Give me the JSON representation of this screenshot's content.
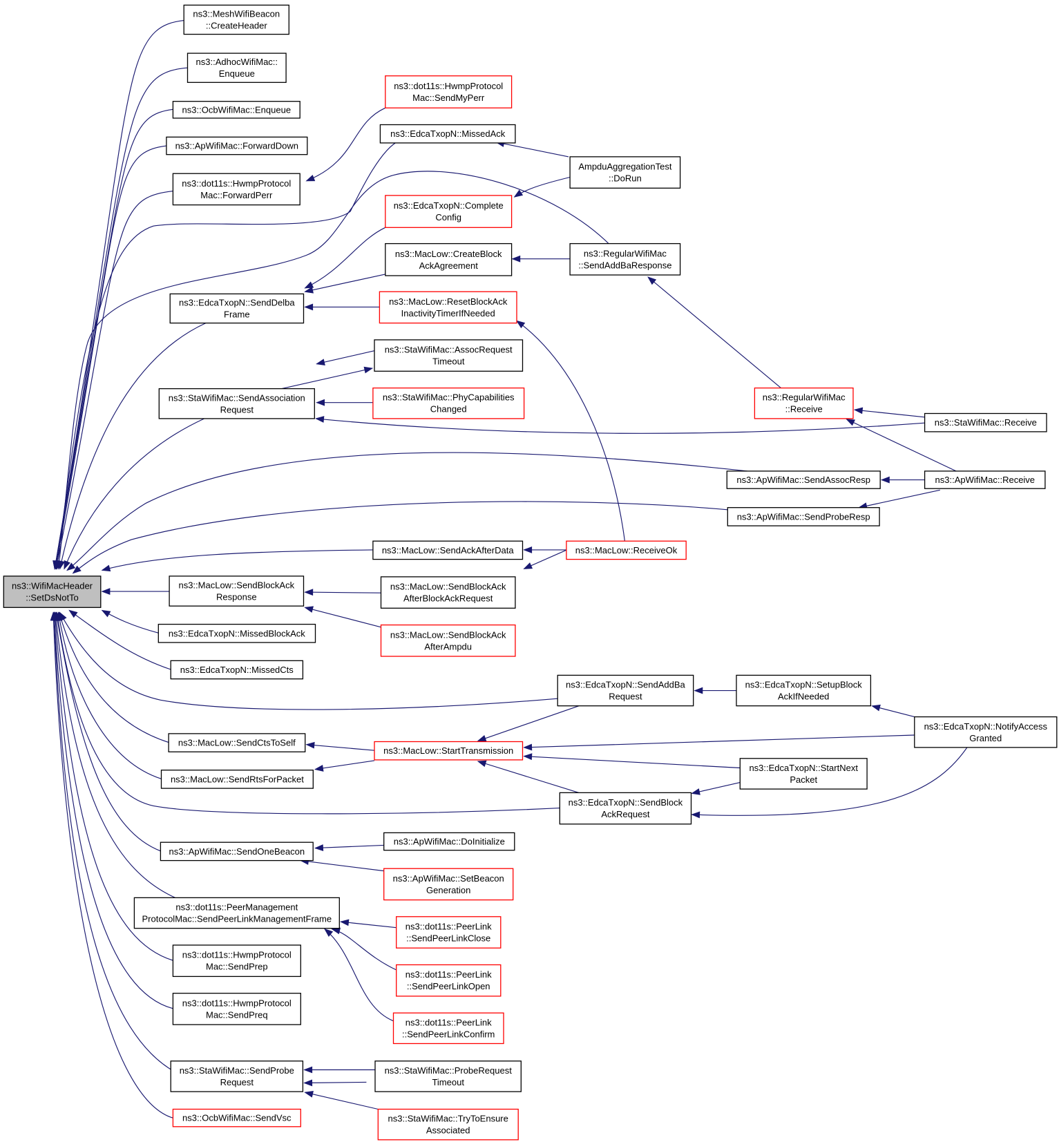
{
  "title": "",
  "colors": {
    "edge": "#191970",
    "node_border": "#000000",
    "node_border_truncated": "#ff0000",
    "root_fill": "#bfbfbf"
  },
  "nodes": [
    {
      "id": "root",
      "lines": [
        "ns3::WifiMacHeader",
        "::SetDsNotTo"
      ],
      "style": "root"
    },
    {
      "id": "n1",
      "lines": [
        "ns3::MeshWifiBeacon",
        "::CreateHeader"
      ],
      "style": "black"
    },
    {
      "id": "n2",
      "lines": [
        "ns3::AdhocWifiMac::",
        "Enqueue"
      ],
      "style": "black"
    },
    {
      "id": "n3",
      "lines": [
        "ns3::OcbWifiMac::Enqueue"
      ],
      "style": "black"
    },
    {
      "id": "n4",
      "lines": [
        "ns3::ApWifiMac::ForwardDown"
      ],
      "style": "black"
    },
    {
      "id": "n5",
      "lines": [
        "ns3::dot11s::HwmpProtocol",
        "Mac::ForwardPerr"
      ],
      "style": "black"
    },
    {
      "id": "n6",
      "lines": [
        "ns3::EdcaTxopN::SendDelba",
        "Frame"
      ],
      "style": "black"
    },
    {
      "id": "n7",
      "lines": [
        "ns3::StaWifiMac::SendAssociation",
        "Request"
      ],
      "style": "black"
    },
    {
      "id": "n8",
      "lines": [
        "ns3::MacLow::SendBlockAck",
        "Response"
      ],
      "style": "black"
    },
    {
      "id": "n9",
      "lines": [
        "ns3::EdcaTxopN::MissedBlockAck"
      ],
      "style": "black"
    },
    {
      "id": "n10",
      "lines": [
        "ns3::EdcaTxopN::MissedCts"
      ],
      "style": "black"
    },
    {
      "id": "n11",
      "lines": [
        "ns3::MacLow::SendCtsToSelf"
      ],
      "style": "black"
    },
    {
      "id": "n12",
      "lines": [
        "ns3::MacLow::SendRtsForPacket"
      ],
      "style": "black"
    },
    {
      "id": "n13",
      "lines": [
        "ns3::ApWifiMac::SendOneBeacon"
      ],
      "style": "black"
    },
    {
      "id": "n14",
      "lines": [
        "ns3::dot11s::PeerManagement",
        "ProtocolMac::SendPeerLinkManagementFrame"
      ],
      "style": "black"
    },
    {
      "id": "n15",
      "lines": [
        "ns3::dot11s::HwmpProtocol",
        "Mac::SendPrep"
      ],
      "style": "black"
    },
    {
      "id": "n16",
      "lines": [
        "ns3::dot11s::HwmpProtocol",
        "Mac::SendPreq"
      ],
      "style": "black"
    },
    {
      "id": "n17",
      "lines": [
        "ns3::StaWifiMac::SendProbe",
        "Request"
      ],
      "style": "black"
    },
    {
      "id": "n18",
      "lines": [
        "ns3::OcbWifiMac::SendVsc"
      ],
      "style": "red"
    },
    {
      "id": "m1",
      "lines": [
        "ns3::dot11s::HwmpProtocol",
        "Mac::SendMyPerr"
      ],
      "style": "red"
    },
    {
      "id": "m2",
      "lines": [
        "ns3::EdcaTxopN::MissedAck"
      ],
      "style": "black"
    },
    {
      "id": "m3",
      "lines": [
        "ns3::EdcaTxopN::Complete",
        "Config"
      ],
      "style": "red"
    },
    {
      "id": "m4",
      "lines": [
        "ns3::MacLow::CreateBlock",
        "AckAgreement"
      ],
      "style": "black"
    },
    {
      "id": "m5",
      "lines": [
        "ns3::MacLow::ResetBlockAck",
        "InactivityTimerIfNeeded"
      ],
      "style": "red"
    },
    {
      "id": "m6",
      "lines": [
        "ns3::StaWifiMac::AssocRequest",
        "Timeout"
      ],
      "style": "black"
    },
    {
      "id": "m7",
      "lines": [
        "ns3::StaWifiMac::PhyCapabilities",
        "Changed"
      ],
      "style": "red"
    },
    {
      "id": "m8",
      "lines": [
        "ns3::MacLow::SendAckAfterData"
      ],
      "style": "black"
    },
    {
      "id": "m9",
      "lines": [
        "ns3::MacLow::SendBlockAck",
        "AfterBlockAckRequest"
      ],
      "style": "black"
    },
    {
      "id": "m10",
      "lines": [
        "ns3::MacLow::SendBlockAck",
        "AfterAmpdu"
      ],
      "style": "red"
    },
    {
      "id": "m11",
      "lines": [
        "ns3::MacLow::StartTransmission"
      ],
      "style": "red"
    },
    {
      "id": "m12",
      "lines": [
        "ns3::ApWifiMac::DoInitialize"
      ],
      "style": "black"
    },
    {
      "id": "m13",
      "lines": [
        "ns3::ApWifiMac::SetBeacon",
        "Generation"
      ],
      "style": "red"
    },
    {
      "id": "m14",
      "lines": [
        "ns3::dot11s::PeerLink",
        "::SendPeerLinkClose"
      ],
      "style": "red"
    },
    {
      "id": "m15",
      "lines": [
        "ns3::dot11s::PeerLink",
        "::SendPeerLinkOpen"
      ],
      "style": "red"
    },
    {
      "id": "m16",
      "lines": [
        "ns3::dot11s::PeerLink",
        "::SendPeerLinkConfirm"
      ],
      "style": "red"
    },
    {
      "id": "m17",
      "lines": [
        "ns3::StaWifiMac::ProbeRequest",
        "Timeout"
      ],
      "style": "black"
    },
    {
      "id": "m18",
      "lines": [
        "ns3::StaWifiMac::TryToEnsure",
        "Associated"
      ],
      "style": "red"
    },
    {
      "id": "r1",
      "lines": [
        "AmpduAggregationTest",
        "::DoRun"
      ],
      "style": "black"
    },
    {
      "id": "r2",
      "lines": [
        "ns3::RegularWifiMac",
        "::SendAddBaResponse"
      ],
      "style": "black"
    },
    {
      "id": "r3",
      "lines": [
        "ns3::MacLow::ReceiveOk"
      ],
      "style": "red"
    },
    {
      "id": "r4",
      "lines": [
        "ns3::EdcaTxopN::SendAddBa",
        "Request"
      ],
      "style": "black"
    },
    {
      "id": "r5",
      "lines": [
        "ns3::EdcaTxopN::SendBlock",
        "AckRequest"
      ],
      "style": "black"
    },
    {
      "id": "r6",
      "lines": [
        "ns3::ApWifiMac::SendAssocResp"
      ],
      "style": "black"
    },
    {
      "id": "r7",
      "lines": [
        "ns3::ApWifiMac::SendProbeResp"
      ],
      "style": "black"
    },
    {
      "id": "s1",
      "lines": [
        "ns3::RegularWifiMac",
        "::Receive"
      ],
      "style": "red"
    },
    {
      "id": "s2",
      "lines": [
        "ns3::EdcaTxopN::SetupBlock",
        "AckIfNeeded"
      ],
      "style": "black"
    },
    {
      "id": "s3",
      "lines": [
        "ns3::EdcaTxopN::StartNext",
        "Packet"
      ],
      "style": "black"
    },
    {
      "id": "t1",
      "lines": [
        "ns3::StaWifiMac::Receive"
      ],
      "style": "black"
    },
    {
      "id": "t2",
      "lines": [
        "ns3::ApWifiMac::Receive"
      ],
      "style": "black"
    },
    {
      "id": "t3",
      "lines": [
        "ns3::EdcaTxopN::NotifyAccess",
        "Granted"
      ],
      "style": "black"
    }
  ]
}
